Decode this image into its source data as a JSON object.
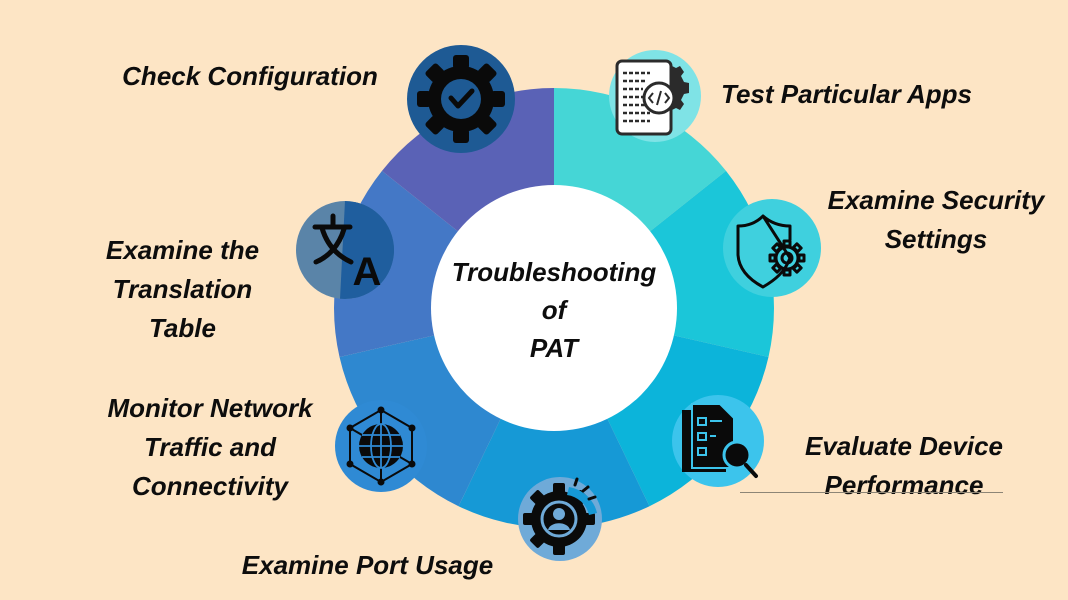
{
  "center": {
    "title_lines": [
      "Troubleshooting",
      "of",
      "PAT"
    ]
  },
  "steps": [
    {
      "label_lines": [
        "Test Particular Apps"
      ],
      "icon": "code-app-gear-icon",
      "segment_color": "#45D6D6",
      "badge_color": "#7FE3E6"
    },
    {
      "label_lines": [
        "Examine Security",
        "Settings"
      ],
      "icon": "shield-gear-icon",
      "segment_color": "#1BC6D9",
      "badge_color": "#3FD0DE"
    },
    {
      "label_lines": [
        "Evaluate Device",
        "Performance"
      ],
      "icon": "checklist-magnifier-icon",
      "segment_color": "#0CB4DA",
      "badge_color": "#3CC4EC"
    },
    {
      "label_lines": [
        "Examine Port Usage"
      ],
      "icon": "user-gear-icon",
      "segment_color": "#1699D6",
      "badge_color": "#6FAAD8"
    },
    {
      "label_lines": [
        "Monitor Network",
        "Traffic and",
        "Connectivity"
      ],
      "icon": "network-globe-icon",
      "segment_color": "#2E88D0",
      "badge_color": "#2F8AD4"
    },
    {
      "label_lines": [
        "Examine the",
        "Translation",
        "Table"
      ],
      "icon": "translate-icon",
      "segment_color": "#4478C6",
      "badge_color": "#1F5E9E"
    },
    {
      "label_lines": [
        "Check Configuration"
      ],
      "icon": "gear-check-icon",
      "segment_color": "#5A62B6",
      "badge_color": "#1E5A94"
    }
  ],
  "colors": {
    "background": "#FDE5C5",
    "center_fill": "#FFFFFF",
    "text": "#0D0D0D"
  }
}
